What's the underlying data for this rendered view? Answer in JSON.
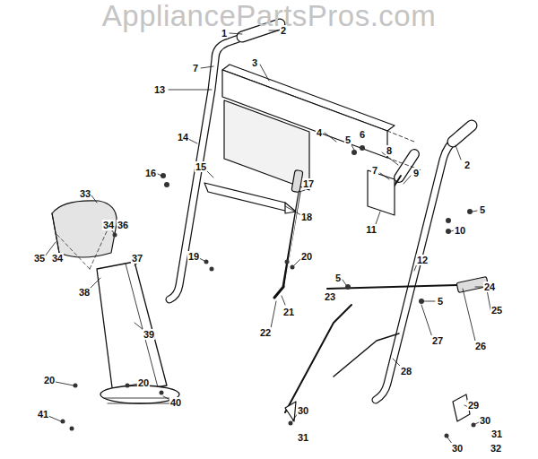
{
  "diagram": {
    "labels": [
      "AppliancePartsPros.com",
      "1",
      "2",
      "7",
      "3",
      "13",
      "4",
      "14",
      "5",
      "6",
      "8",
      "7",
      "9",
      "2",
      "15",
      "16",
      "17",
      "11",
      "10",
      "5",
      "18",
      "33",
      "34",
      "36",
      "35",
      "34",
      "37",
      "19",
      "20",
      "12",
      "24",
      "5",
      "23",
      "5",
      "38",
      "21",
      "22",
      "39",
      "27",
      "25",
      "26",
      "28",
      "20",
      "20",
      "40",
      "41",
      "29",
      "30",
      "30",
      "31",
      "31",
      "30",
      "32"
    ]
  }
}
